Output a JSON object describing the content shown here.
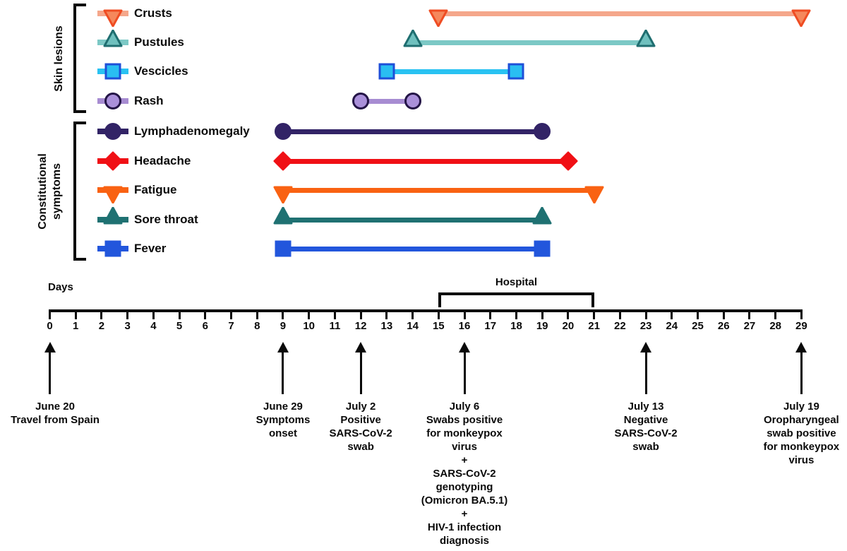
{
  "chart_data": {
    "type": "timeline",
    "title": "",
    "xlabel": "Days",
    "x_axis": {
      "min": 0,
      "max": 29,
      "tick_step": 1
    },
    "grid": false,
    "legend_position": "left",
    "groups": [
      {
        "label": "Skin lesions",
        "row_start": 0,
        "row_end": 3
      },
      {
        "label": "Constitutional\nsymptoms",
        "row_start": 4,
        "row_end": 8
      }
    ],
    "series": [
      {
        "name": "Crusts",
        "group": "Skin lesions",
        "start_day": 15,
        "end_day": 29,
        "marker": "triangle-down",
        "line_color": "#F5A78B",
        "marker_fill": "#F5885C",
        "marker_stroke": "#EF4D23"
      },
      {
        "name": "Pustules",
        "group": "Skin lesions",
        "start_day": 14,
        "end_day": 23,
        "marker": "triangle-up",
        "line_color": "#7CC8C5",
        "marker_fill": "#6FC0BE",
        "marker_stroke": "#1F6E70"
      },
      {
        "name": "Vescicles",
        "group": "Skin lesions",
        "start_day": 13,
        "end_day": 18,
        "marker": "square",
        "line_color": "#29C2F2",
        "marker_fill": "#29BEF2",
        "marker_stroke": "#1E4FD8"
      },
      {
        "name": "Rash",
        "group": "Skin lesions",
        "start_day": 12,
        "end_day": 14,
        "marker": "circle",
        "line_color": "#A78CD2",
        "marker_fill": "#AA90DA",
        "marker_stroke": "#241547"
      },
      {
        "name": "Lymphadenomegaly",
        "group": "Constitutional symptoms",
        "start_day": 9,
        "end_day": 19,
        "marker": "circle",
        "line_color": "#322366",
        "marker_fill": "#322366",
        "marker_stroke": "#322366"
      },
      {
        "name": "Headache",
        "group": "Constitutional symptoms",
        "start_day": 9,
        "end_day": 20,
        "marker": "diamond",
        "line_color": "#F01015",
        "marker_fill": "#F01015",
        "marker_stroke": "#F01015"
      },
      {
        "name": "Fatigue",
        "group": "Constitutional symptoms",
        "start_day": 9,
        "end_day": 21,
        "marker": "triangle-down",
        "line_color": "#F96212",
        "marker_fill": "#F96212",
        "marker_stroke": "#F96212"
      },
      {
        "name": "Sore throat",
        "group": "Constitutional symptoms",
        "start_day": 9,
        "end_day": 19,
        "marker": "triangle-up",
        "line_color": "#1F7172",
        "marker_fill": "#1F7172",
        "marker_stroke": "#1F7172"
      },
      {
        "name": "Fever",
        "group": "Constitutional symptoms",
        "start_day": 9,
        "end_day": 19,
        "marker": "square",
        "line_color": "#2256DC",
        "marker_fill": "#2256DC",
        "marker_stroke": "#2256DC"
      }
    ],
    "hospital_span": {
      "label": "Hospital",
      "start_day": 15,
      "end_day": 21
    },
    "events": [
      {
        "day": 0,
        "lines": [
          "June 20",
          "Travel from Spain"
        ]
      },
      {
        "day": 9,
        "lines": [
          "June 29",
          "Symptoms",
          "onset"
        ]
      },
      {
        "day": 12,
        "lines": [
          "July 2",
          "Positive",
          "SARS-CoV-2",
          "swab"
        ]
      },
      {
        "day": 16,
        "lines": [
          "July 6",
          "Swabs positive",
          "for monkeypox",
          "virus",
          "+",
          "SARS-CoV-2",
          "genotyping",
          "(Omicron BA.5.1)",
          "+",
          "HIV-1 infection",
          "diagnosis"
        ]
      },
      {
        "day": 23,
        "lines": [
          "July 13",
          "Negative",
          "SARS-CoV-2",
          "swab"
        ]
      },
      {
        "day": 29,
        "lines": [
          "July 19",
          "Oropharyngeal",
          "swab positive",
          "for monkeypox",
          "virus"
        ]
      }
    ],
    "colors": {
      "axis": "#0a0a0a",
      "text": "#0a0a0a",
      "background": "#ffffff"
    }
  }
}
